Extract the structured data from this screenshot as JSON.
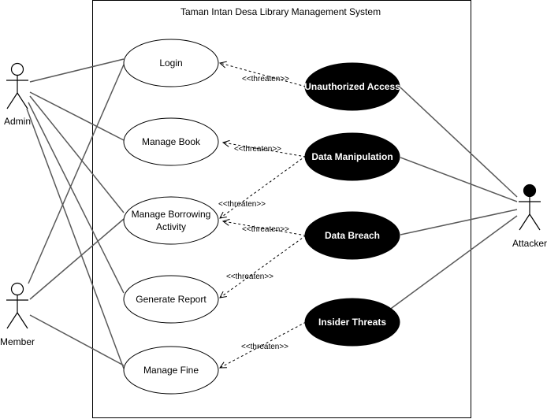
{
  "diagram": {
    "system_title": "Taman Intan Desa Library Management System",
    "actors": {
      "admin": "Admin",
      "member": "Member",
      "attacker": "Attacker"
    },
    "use_cases": {
      "login": "Login",
      "manage_book": "Manage Book",
      "manage_borrowing_line1": "Manage Borrowing",
      "manage_borrowing_line2": "Activity",
      "generate_report": "Generate Report",
      "manage_fine": "Manage Fine"
    },
    "misuse_cases": {
      "unauthorized_access": "Unauthorized Access",
      "data_manipulation": "Data Manipulation",
      "data_breach": "Data Breach",
      "insider_threats": "Insider Threats"
    },
    "stereotype": "<<threaten>>"
  }
}
